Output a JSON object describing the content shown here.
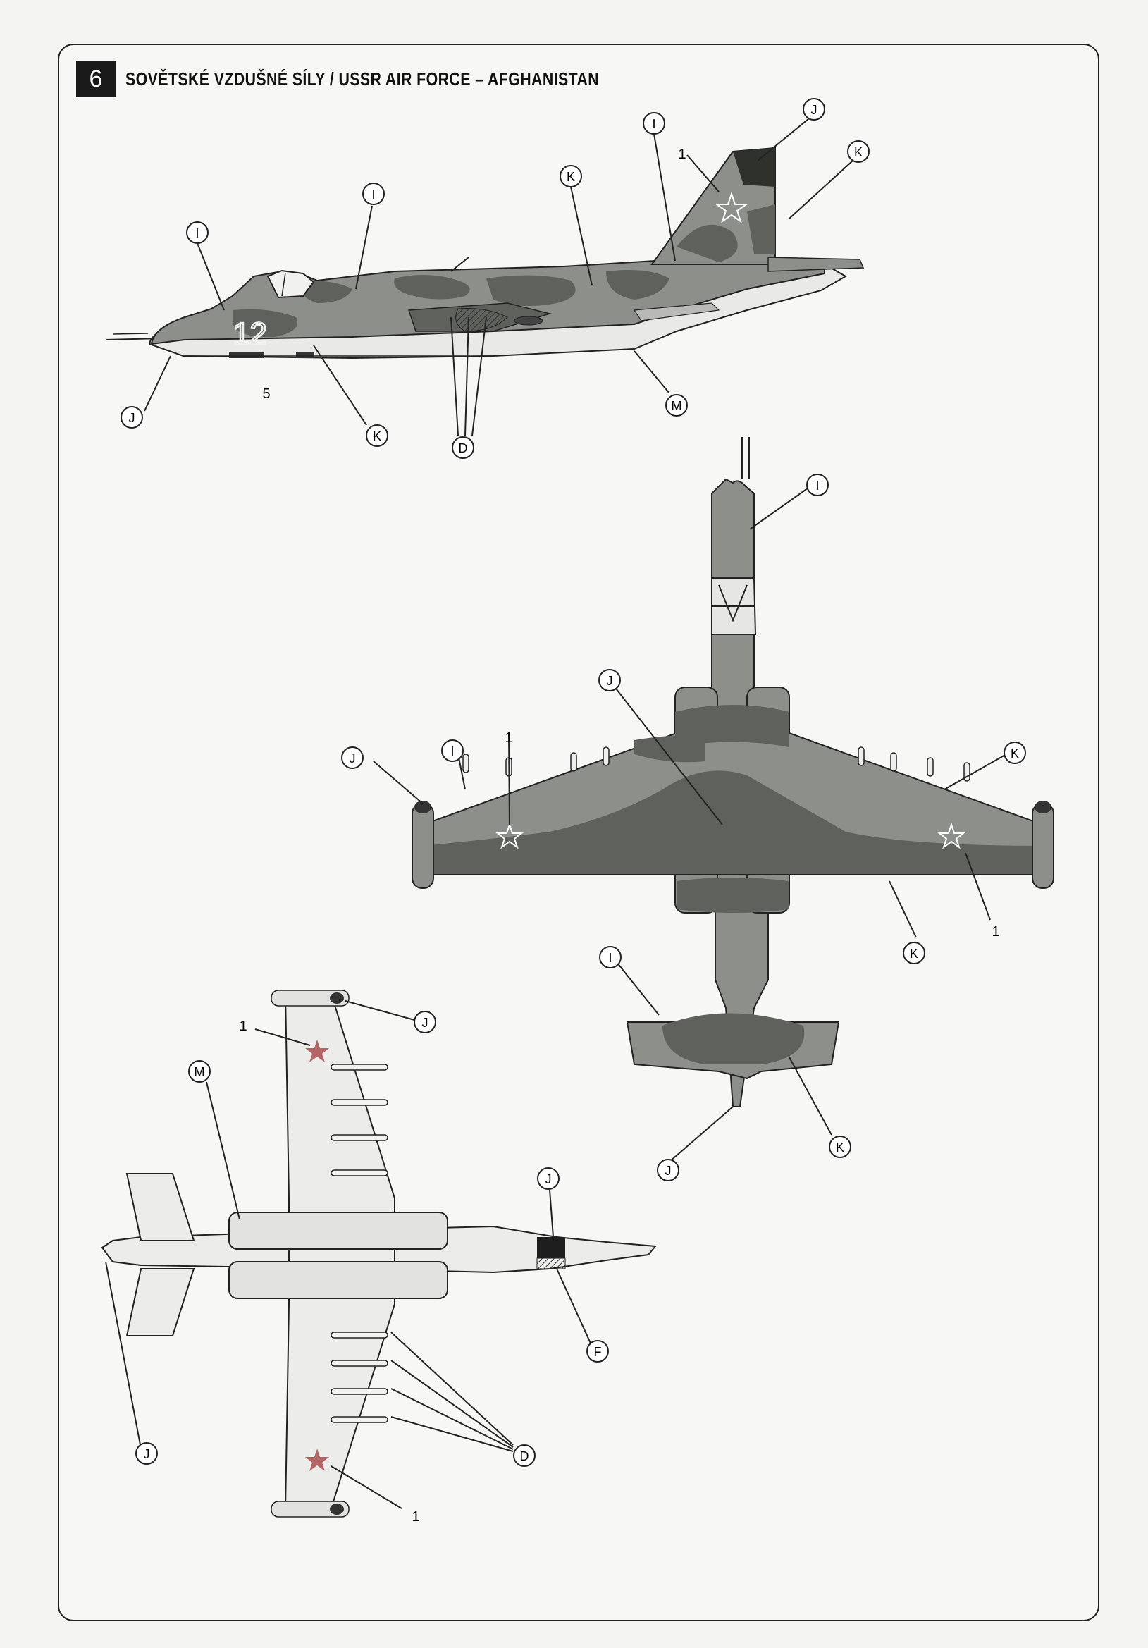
{
  "page_number": "6",
  "title": "SOVĚTSKÉ VZDUŠNÉ SÍLY / USSR AIR FORCE – AFGHANISTAN",
  "colors": {
    "camo_light": "#8d8f8a",
    "camo_dark": "#5f625c",
    "underside": "#e9e9e7",
    "outline": "#222222",
    "star_red": "#b46464"
  },
  "views": {
    "side": {
      "fuselage_number": "12",
      "callouts": {
        "c1": "I",
        "c2": "I",
        "c3": "K",
        "c4": "I",
        "c5": "J",
        "c6": "K",
        "c7": "J",
        "c8": "K",
        "c9": "D",
        "c10": "M"
      },
      "numbers": {
        "n1": "1",
        "n2": "5"
      }
    },
    "top": {
      "callouts": {
        "c1": "I",
        "c2": "J",
        "c3": "J",
        "c4": "I",
        "c5": "K",
        "c6": "K",
        "c7": "I",
        "c8": "J",
        "c9": "K"
      },
      "numbers": {
        "n1": "1",
        "n2": "1"
      }
    },
    "bottom": {
      "callouts": {
        "c1": "J",
        "c2": "M",
        "c3": "J",
        "c4": "F",
        "c5": "J",
        "c6": "D"
      },
      "numbers": {
        "n1": "1",
        "n2": "1"
      }
    }
  }
}
